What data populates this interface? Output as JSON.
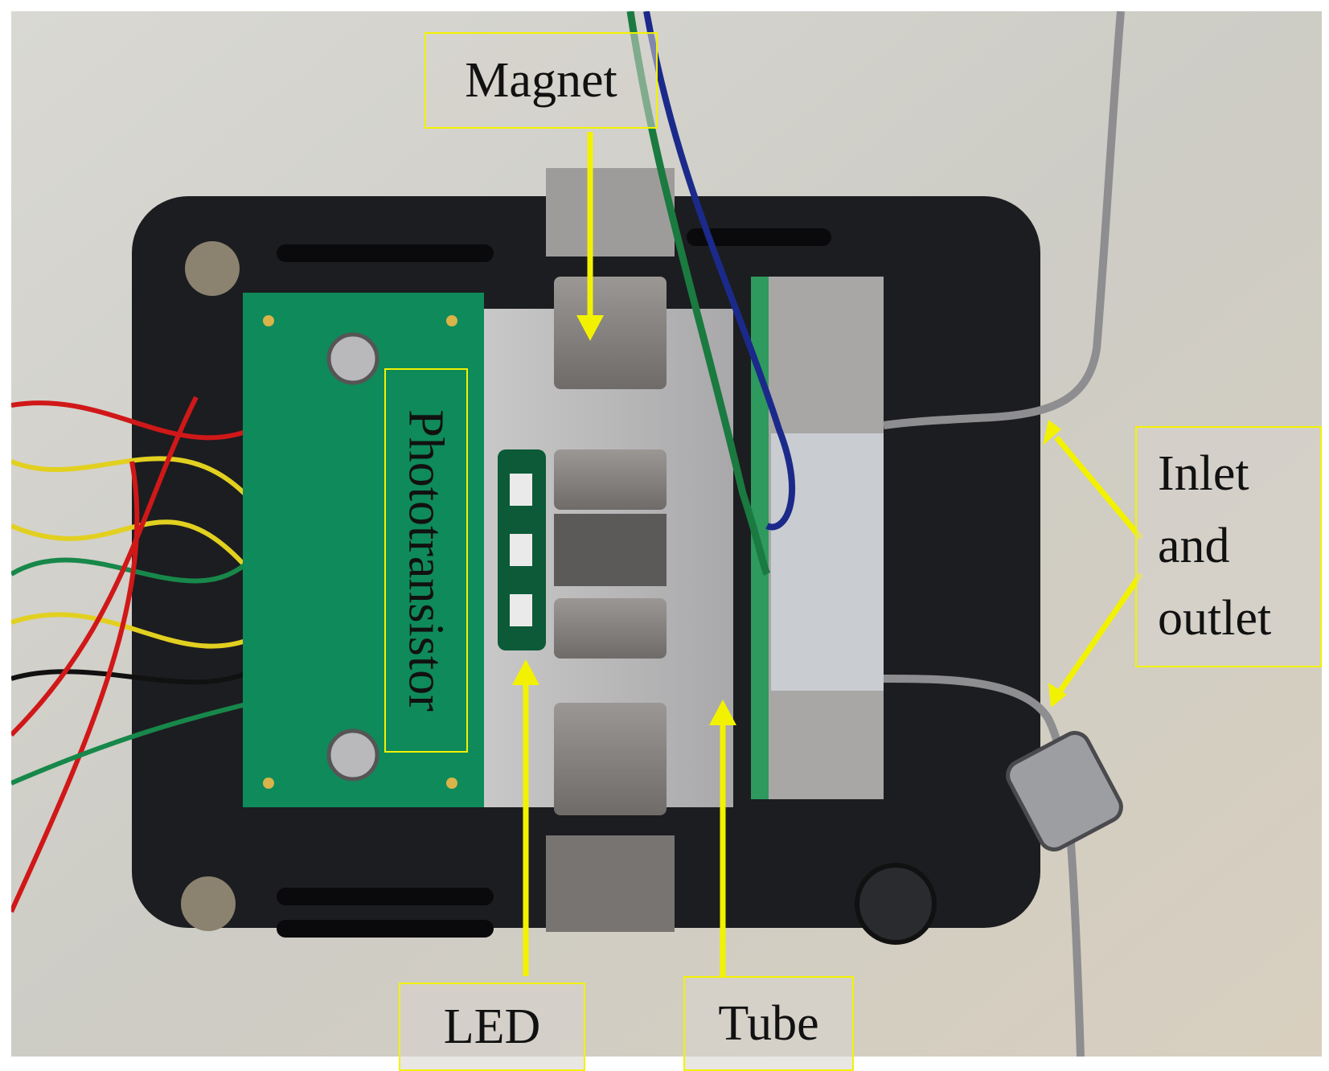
{
  "labels": {
    "magnet": "Magnet",
    "phototransistor": "Phototransistor",
    "led": "LED",
    "tube": "Tube",
    "inlet_outlet": [
      "Inlet",
      "and",
      "outlet"
    ]
  },
  "colors": {
    "annotation": "#f2f200",
    "pcb": "#0f8a5a",
    "mount": "#1c1d20",
    "magnet": "#8a8582",
    "background": "#cfcdc6"
  }
}
